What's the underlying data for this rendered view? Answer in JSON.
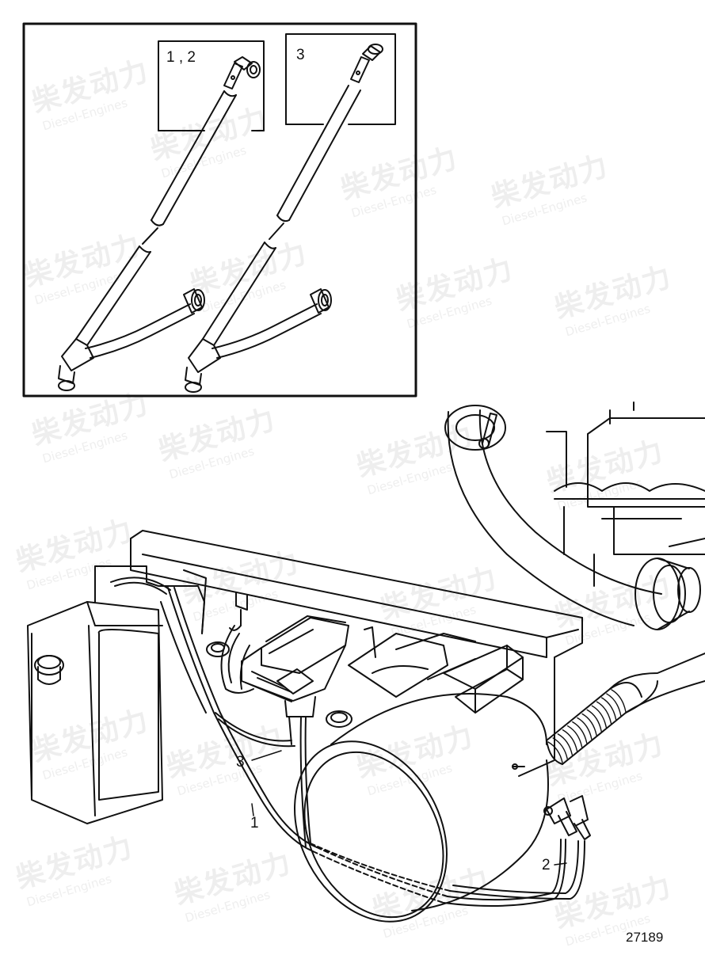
{
  "inset": {
    "box_labels": {
      "left": "1 , 2",
      "right": "3"
    }
  },
  "callouts": {
    "c1": "1",
    "c2": "2",
    "c3": "3"
  },
  "figure_number": "27189",
  "watermark": {
    "cn": "柴发动力",
    "en": "Diesel-Engines"
  },
  "colors": {
    "line": "#111111",
    "background": "#ffffff",
    "watermark": "#9a9a9a"
  }
}
